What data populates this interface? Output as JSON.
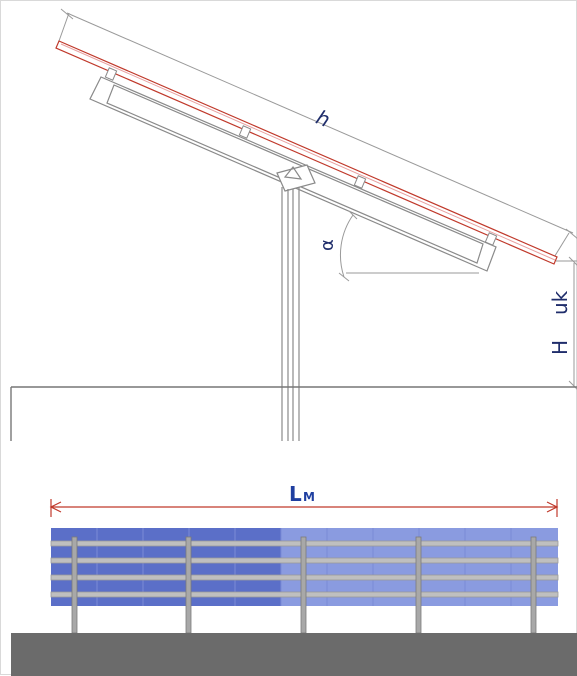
{
  "labels": {
    "panel_length": "h",
    "tilt_angle": "α",
    "clearance_height_main": "H",
    "clearance_height_sub": "uk",
    "module_length_main": "L",
    "module_length_sub": "M"
  },
  "colors": {
    "module_face": "#5b6fc8",
    "module_edge_accent": "#c0392b",
    "dimension_line": "#a03030",
    "label_text": "#1f2d6b",
    "structure": "#8a8a8a",
    "ground": "#6b6b6b"
  }
}
